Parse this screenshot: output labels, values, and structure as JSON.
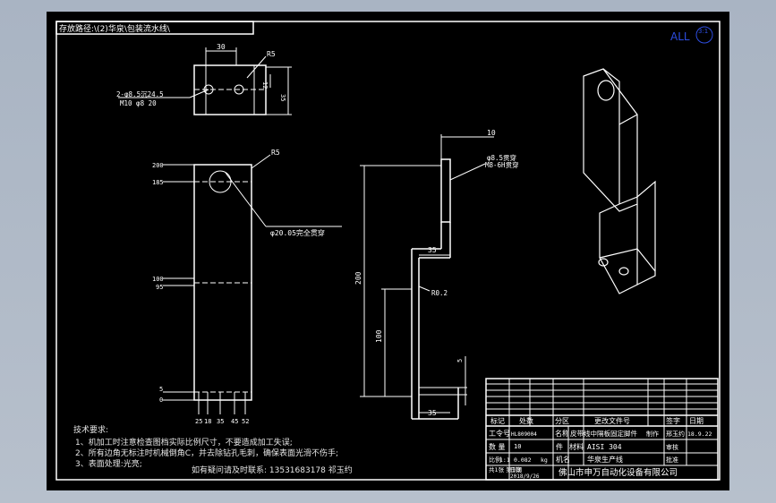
{
  "path_label": "存放路径:\\(2)华泉\\包装流水线\\",
  "view_label": "ALL",
  "scale_label": "3:1",
  "top_view": {
    "dim_width": "30",
    "dim_radius": "R5",
    "dim_height": "35",
    "dim_small": "12",
    "dim_holes_1": "2-φ8.5沉24.5",
    "dim_holes_2": "M10  φ8 20"
  },
  "front_view": {
    "dim_radius": "R5",
    "dim_hole": "φ20.05完全贯穿",
    "tick_200": "200",
    "tick_185": "185",
    "tick_100": "100",
    "tick_95": "95",
    "tick_5": "5",
    "tick_0": "0",
    "bottom_ticks": [
      "25",
      "18",
      "35",
      "45",
      "52"
    ]
  },
  "side_view": {
    "dim_10": "10",
    "dim_hole_1": "φ8.5贯穿",
    "dim_hole_2": "M8-6H贯穿",
    "dim_200": "200",
    "dim_35_top": "35",
    "dim_r": "R0.2",
    "dim_100": "100",
    "dim_35_bottom": "35",
    "dim_5": "5"
  },
  "notes": {
    "heading": "技术要求:",
    "items": [
      "1、机加工时注意检查图档实际比例尺寸，不要造成加工失误;",
      "2、所有边角无标注时机械倒角C，并去除钻孔毛刺，确保表面光滑不伤手;",
      "3、表面处理:光亮;"
    ],
    "contact": "如有疑问请及时联系: 13531683178  祁玉约"
  },
  "title_block": {
    "header_cells": [
      "标记",
      "处数",
      "分区",
      "更改文件号",
      "签字",
      "日期"
    ],
    "part_no_label": "工令号",
    "part_no": "HL809004",
    "name_label": "名称",
    "name_value": "皮带线中隔板固定脚件",
    "name_extra": "制作",
    "maker": "邢玉约",
    "date": "18.9.22",
    "qty_label": "数 量",
    "qty": "10",
    "unit": "件",
    "material_label": "材料",
    "material": "AISI 304",
    "review_label": "审核",
    "scale_row_label": "比例",
    "scale_value": "1:1",
    "weight": "0.082",
    "weight_unit": "kg",
    "machine_label": "机名",
    "machine": "华泉生产线",
    "approve_label": "批准",
    "sheet_label": "共1张 第1张",
    "date_label": "日期",
    "print_date": "2018/9/26",
    "company": "佛山市申万自动化设备有限公司"
  }
}
